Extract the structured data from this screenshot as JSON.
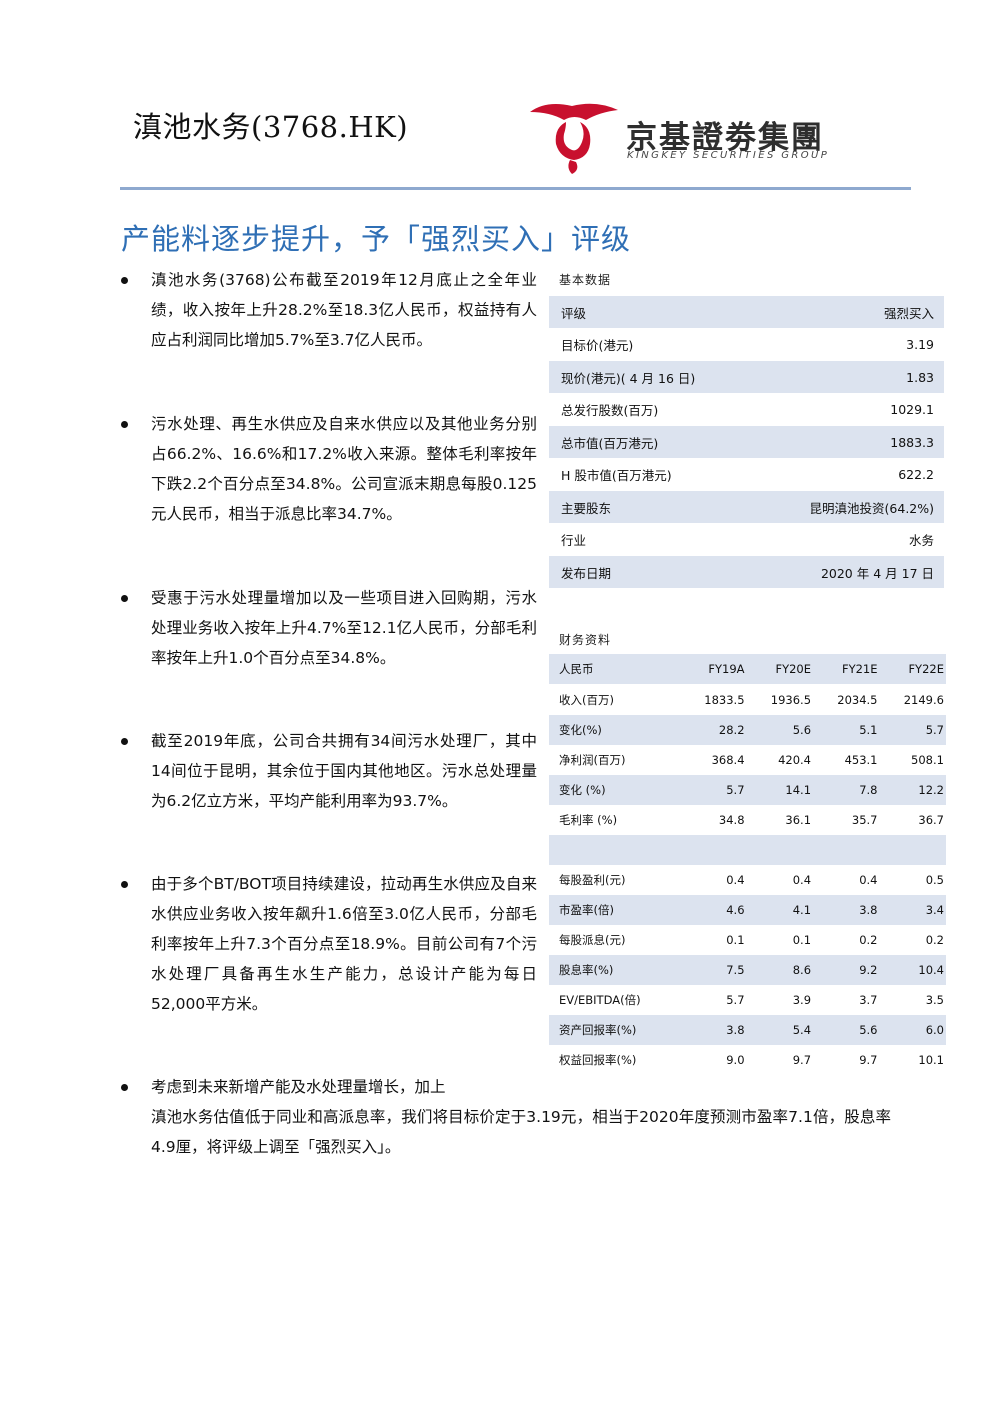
{
  "header": {
    "company": "滇池水务(3768.HK)",
    "logo_cn": "京基證劵集團",
    "logo_en": "KINGKEY SECURITIES GROUP",
    "rule_color": "#8ea9cf"
  },
  "headline": "产能料逐步提升，予「强烈买入」评级",
  "bullets": [
    {
      "text": "滇池水务(3768)公布截至2019年12月底止之全年业绩，收入按年上升28.2%至18.3亿人民币，权益持有人应占利润同比增加5.7%至3.7亿人民币。"
    },
    {
      "text": "污水处理、再生水供应及自来水供应以及其他业务分别占66.2%、16.6%和17.2%收入来源。整体毛利率按年下跌2.2个百分点至34.8%。公司宣派末期息每股0.125元人民币，相当于派息比率34.7%。"
    },
    {
      "text": "受惠于污水处理量增加以及一些项目进入回购期，污水处理业务收入按年上升4.7%至12.1亿人民币，分部毛利率按年上升1.0个百分点至34.8%。"
    },
    {
      "text": "截至2019年底，公司合共拥有34间污水处理厂，其中14间位于昆明，其余位于国内其他地区。污水总处理量为6.2亿立方米，平均产能利用率为93.7%。"
    },
    {
      "text": "由于多个BT/BOT项目持续建设，拉动再生水供应及自来水供应业务收入按年飙升1.6倍至3.0亿人民币，分部毛利率按年上升7.3个百分点至18.9%。目前公司有7个污水处理厂具备再生水生产能力，总设计产能为每日52,000平方米。"
    },
    {
      "text_line1": "考虑到未来新增产能及水处理量增长，加上",
      "text_rest": "滇池水务估值低于同业和高派息率，我们将目标价定于3.19元，相当于2020年度预测市盈率7.1倍，股息率4.9厘，将评级上调至「强烈买入」。"
    }
  ],
  "basic": {
    "heading": "基本数据",
    "rows": [
      {
        "label": "评级",
        "value": "强烈买入"
      },
      {
        "label": "目标价(港元)",
        "value": "3.19"
      },
      {
        "label": "现价(港元)( 4 月 16 日)",
        "value": "1.83"
      },
      {
        "label": "总发行股数(百万)",
        "value": "1029.1"
      },
      {
        "label": "总市值(百万港元)",
        "value": "1883.3"
      },
      {
        "label": "H 股市值(百万港元)",
        "value": "622.2"
      },
      {
        "label": "主要股东",
        "value": "昆明滇池投资(64.2%)"
      },
      {
        "label": "行业",
        "value": "水务"
      },
      {
        "label": "发布日期",
        "value": "2020 年 4 月 17 日"
      }
    ]
  },
  "financial": {
    "heading": "财务资料",
    "columns": [
      "人民币",
      "FY19A",
      "FY20E",
      "FY21E",
      "FY22E"
    ],
    "rows": [
      {
        "label": "收入(百万)",
        "values": [
          "1833.5",
          "1936.5",
          "2034.5",
          "2149.6"
        ]
      },
      {
        "label": "变化(%)",
        "values": [
          "28.2",
          "5.6",
          "5.1",
          "5.7"
        ]
      },
      {
        "label": "净利润(百万)",
        "values": [
          "368.4",
          "420.4",
          "453.1",
          "508.1"
        ]
      },
      {
        "label": "变化 (%)",
        "values": [
          "5.7",
          "14.1",
          "7.8",
          "12.2"
        ]
      },
      {
        "label": "毛利率 (%)",
        "values": [
          "34.8",
          "36.1",
          "35.7",
          "36.7"
        ]
      },
      {
        "label": "",
        "values": [
          "",
          "",
          "",
          ""
        ]
      },
      {
        "label": "每股盈利(元)",
        "values": [
          "0.4",
          "0.4",
          "0.4",
          "0.5"
        ]
      },
      {
        "label": "市盈率(倍)",
        "values": [
          "4.6",
          "4.1",
          "3.8",
          "3.4"
        ]
      },
      {
        "label": "每股派息(元)",
        "values": [
          "0.1",
          "0.1",
          "0.2",
          "0.2"
        ]
      },
      {
        "label": "股息率(%)",
        "values": [
          "7.5",
          "8.6",
          "9.2",
          "10.4"
        ]
      },
      {
        "label": "EV/EBITDA(倍)",
        "values": [
          "5.7",
          "3.9",
          "3.7",
          "3.5"
        ]
      },
      {
        "label": "资产回报率(%)",
        "values": [
          "3.8",
          "5.4",
          "5.6",
          "6.0"
        ]
      },
      {
        "label": "权益回报率(%)",
        "values": [
          "9.0",
          "9.7",
          "9.7",
          "10.1"
        ]
      }
    ]
  },
  "colors": {
    "headline": "#2f6fb5",
    "shade": "#dce3ef",
    "logo_red": "#c8102e"
  }
}
